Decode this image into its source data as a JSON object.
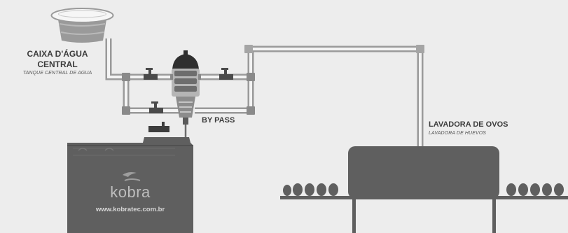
{
  "tank": {
    "title_line1": "CAIXA D'ÁGUA",
    "title_line2": "CENTRAL",
    "subtitle": "TANQUE CENTRAL DE AGUA"
  },
  "bypass": {
    "label": "BY PASS"
  },
  "washer": {
    "title": "LAVADORA DE OVOS",
    "subtitle": "LAVADORA DE HUEVOS"
  },
  "device": {
    "brand": "kobra",
    "url": "www.kobratec.com.br"
  },
  "colors": {
    "background": "#ededed",
    "pipe": "#9a9a9a",
    "pipe_light": "#f4f4f4",
    "machine": "#5f5f5f",
    "text": "#3c3c3c"
  }
}
